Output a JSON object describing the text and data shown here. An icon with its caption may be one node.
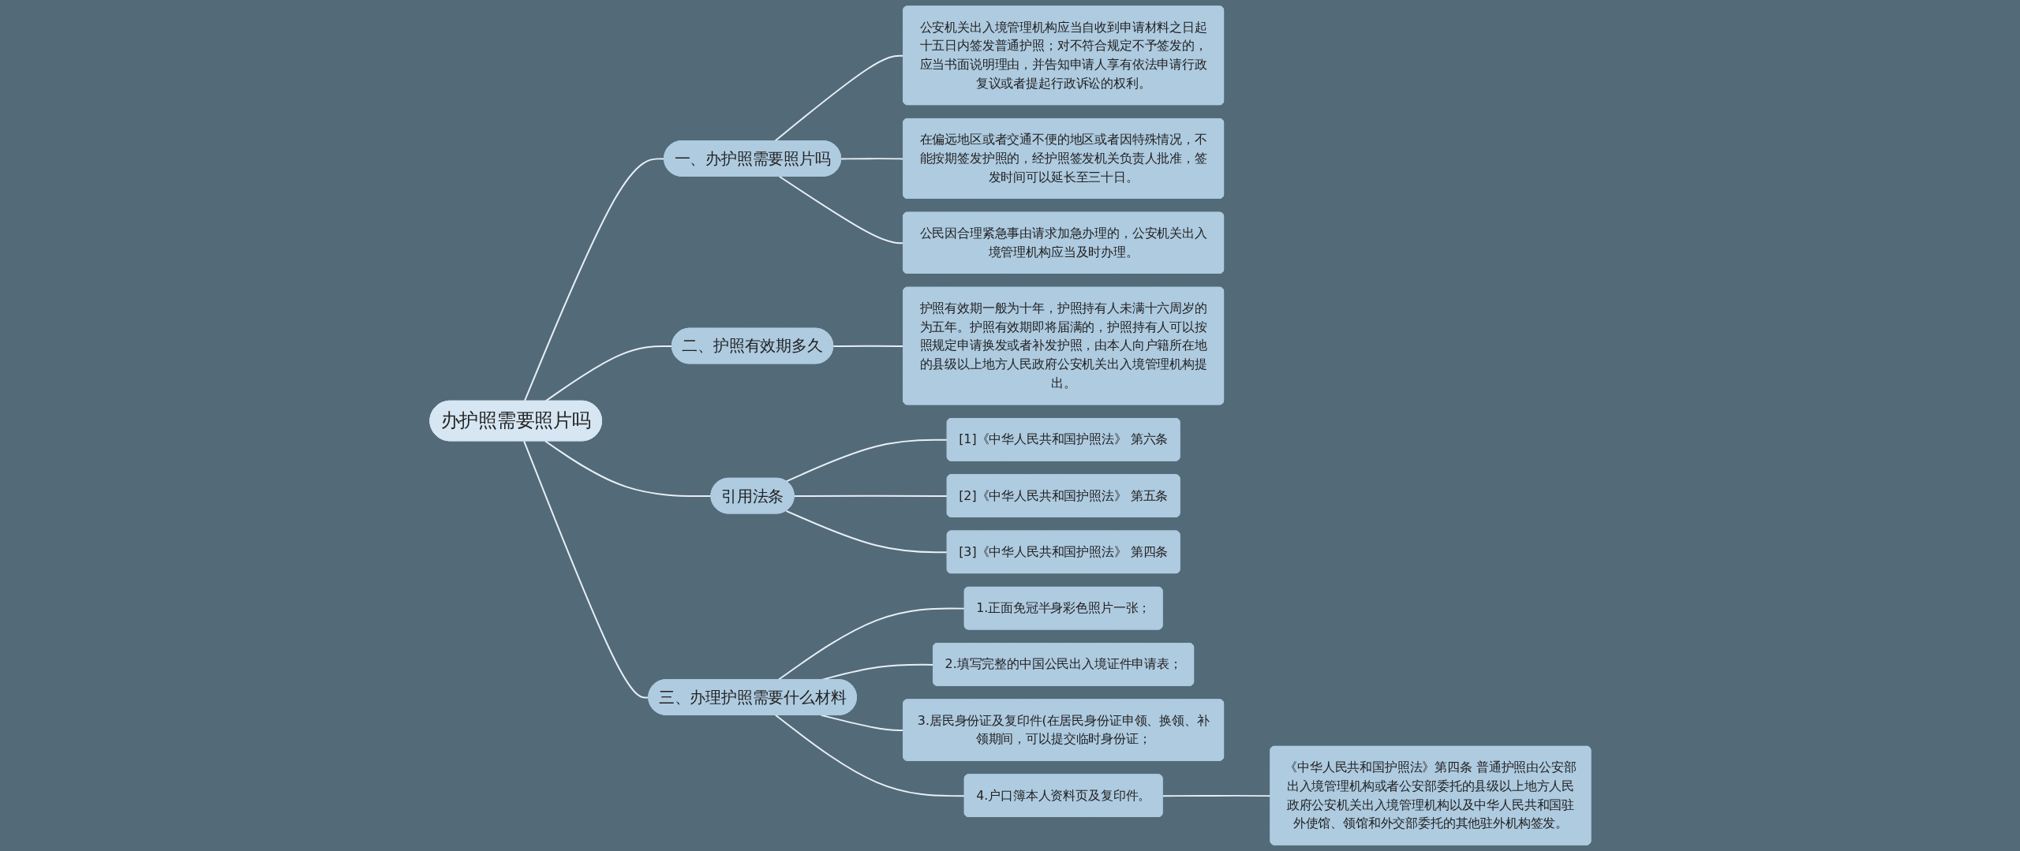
{
  "diagram": {
    "nodes": [
      {
        "text": [
          "办护照需要照片吗"
        ]
      },
      {
        "text": [
          "一、办护照需要照片吗"
        ]
      },
      {
        "text": [
          "公安机关出入境管理机构应当自收到申请材料之日起十五日内签发普通护照；对不符合规定不予签发的，应当书面说明理由，并告知申请人享有依法申请行政复议或者提起行政诉讼的权利。"
        ]
      },
      {
        "text": [
          "在偏远地区或者交通不便的地区或者因特殊情况，不能按期签发护照的，经护照签发机关负责人批准，签发时间可以延长至三十日。"
        ]
      },
      {
        "text": [
          "公民因合理紧急事由请求加急办理的，公安机关出入境管理机构应当及时办理。"
        ]
      },
      {
        "text": [
          "二、护照有效期多久"
        ]
      },
      {
        "text": [
          "护照有效期一般为十年，护照持有人未满十六周岁的为五年。护照有效期即将届满的，护照持有人可以按照规定申请换发或者补发护照，由本人向户籍所在地的县级以上地方人民政府公安机关出入境管理机构提出。"
        ]
      },
      {
        "text": [
          "引用法条"
        ]
      },
      {
        "text": [
          "[1]《中华人民共和国护照法》 第六条"
        ]
      },
      {
        "text": [
          "[2]《中华人民共和国护照法》 第五条"
        ]
      },
      {
        "text": [
          "[3]《中华人民共和国护照法》 第四条"
        ]
      },
      {
        "text": [
          "三、办理护照需要什么材料"
        ]
      },
      {
        "text": [
          "1.正面免冠半身彩色照片一张；"
        ]
      },
      {
        "text": [
          "2.填写完整的中国公民出入境证件申请表；"
        ]
      },
      {
        "text": [
          "3.居民身份证及复印件(在居民身份证申领、换领、补领期间，可以提交临时身份证；"
        ]
      },
      {
        "text": [
          "4.户口簿本人资料页及复印件。"
        ]
      },
      {
        "text": [
          "《中华人民共和国护照法》第四条 普通护照由公安部出入境管理机构或者公安部委托的县级以上地方人民政府公安机关出入境管理机构以及中华人民共和国驻外使馆、领馆和外交部委托的其他驻外机构签发。"
        ]
      }
    ],
    "edges": [
      {
        "from": 0,
        "to": 1,
        "arrow": "none"
      },
      {
        "from": 1,
        "to": 2,
        "arrow": "none"
      },
      {
        "from": 1,
        "to": 3,
        "arrow": "none"
      },
      {
        "from": 1,
        "to": 4,
        "arrow": "none"
      },
      {
        "from": 0,
        "to": 5,
        "arrow": "none"
      },
      {
        "from": 5,
        "to": 6,
        "arrow": "none"
      },
      {
        "from": 0,
        "to": 7,
        "arrow": "none"
      },
      {
        "from": 7,
        "to": 8,
        "arrow": "none"
      },
      {
        "from": 7,
        "to": 9,
        "arrow": "none"
      },
      {
        "from": 7,
        "to": 10,
        "arrow": "none"
      },
      {
        "from": 0,
        "to": 11,
        "arrow": "none"
      },
      {
        "from": 11,
        "to": 12,
        "arrow": "none"
      },
      {
        "from": 11,
        "to": 13,
        "arrow": "none"
      },
      {
        "from": 11,
        "to": 14,
        "arrow": "none"
      },
      {
        "from": 11,
        "to": 15,
        "arrow": "none"
      },
      {
        "from": 15,
        "to": 16,
        "arrow": "none"
      }
    ]
  }
}
